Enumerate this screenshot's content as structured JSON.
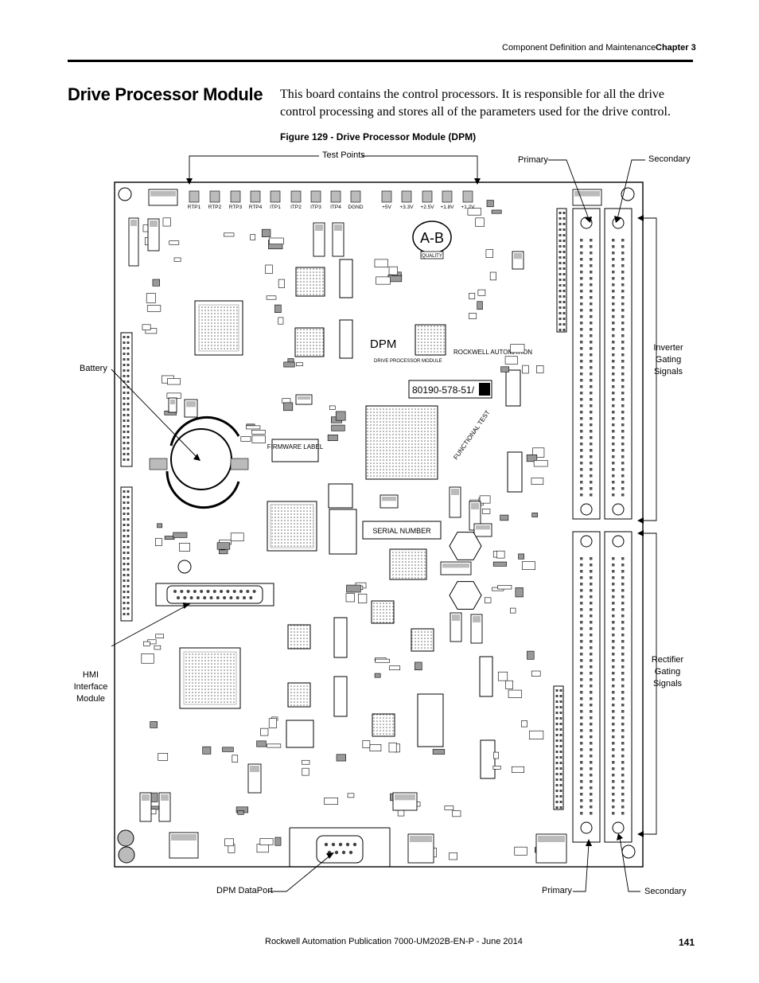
{
  "header": {
    "section": "Component Definition and Maintenance",
    "chapter": "Chapter 3"
  },
  "page_title": "Drive Processor Module",
  "intro_text": "This board contains the control processors. It is responsible for all the drive control processing and stores all of the parameters used for the drive control.",
  "figure": {
    "caption": "Figure 129 - Drive Processor Module (DPM)",
    "callouts": {
      "test_points": "Test Points",
      "primary_top": "Primary",
      "secondary_top": "Secondary",
      "battery": "Battery",
      "inverter": "Inverter Gating Signals",
      "rectifier": "Rectifier Gating Signals",
      "hmi": "HMI Interface Module",
      "dataport": "DPM DataPort",
      "primary_bottom": "Primary",
      "secondary_bottom": "Secondary"
    },
    "board_labels": {
      "dpm": "DPM",
      "drive_processor_module": "DRIVE PROCESSOR MODULE",
      "rockwell_automation": "ROCKWELL AUTOMATION",
      "part_number": "80190-578-51/",
      "firmware_label": "FIRMWARE LABEL",
      "serial_number": "SERIAL NUMBER",
      "functional_test": "FUNCTIONAL TEST",
      "ab_logo": "A-B",
      "quality": "QUALITY"
    },
    "test_point_labels": [
      "RTP1",
      "RTP2",
      "RTP3",
      "RTP4",
      "ITP1",
      "ITP2",
      "ITP3",
      "ITP4",
      "DGND",
      "+5V",
      "+3.3V",
      "+2.5V",
      "+1.8V",
      "+1.2V"
    ]
  },
  "footer": {
    "publication": "Rockwell Automation Publication 7000-UM202B-EN-P - June 2014",
    "page_number": "141"
  }
}
